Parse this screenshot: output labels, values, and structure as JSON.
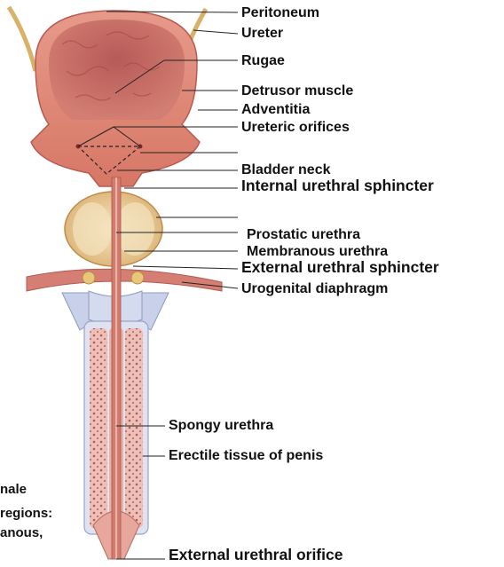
{
  "labels": {
    "peritoneum": "Peritoneum",
    "ureter": "Ureter",
    "rugae": "Rugae",
    "detrusor_muscle": "Detrusor muscle",
    "adventitia": "Adventitia",
    "ureteric_orifices": "Ureteric orifices",
    "bladder_neck": "Bladder neck",
    "internal_urethral_sphincter": "Internal urethral sphincter",
    "prostatic_urethra": "Prostatic urethra",
    "membranous_urethra": "Membranous urethra",
    "external_urethral_sphincter": "External urethral sphincter",
    "urogenital_diaphragm": "Urogenital diaphragm",
    "spongy_urethra": "Spongy urethra",
    "erectile_tissue": "Erectile tissue of penis",
    "external_urethral_orifice": "External urethral orifice"
  },
  "caption_fragments": {
    "line1": "nale",
    "line2": "regions:",
    "line3": "anous,"
  },
  "colors": {
    "bladder_wall": "#e2867a",
    "bladder_inner": "#c96a62",
    "prostate": "#efd3a0",
    "erectile": "#e8a9a1",
    "penis_body": "#e2e6f3",
    "urethra": "#d88c80",
    "leader": "#222222"
  }
}
